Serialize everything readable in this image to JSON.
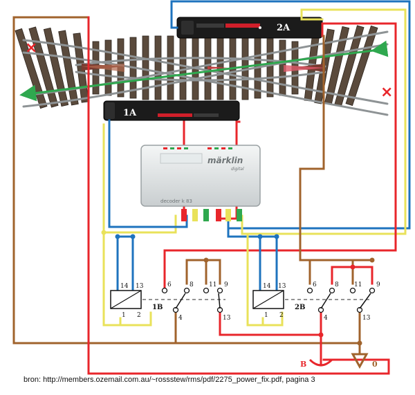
{
  "drives": {
    "d2a": {
      "label": "2A"
    },
    "d1a": {
      "label": "1A"
    }
  },
  "decoder": {
    "brand": "märklin",
    "sub": "digital",
    "model": "decoder k 83"
  },
  "relays": {
    "left": {
      "name": "1B",
      "coil": [
        "14",
        "13",
        "1",
        "2"
      ],
      "contacts": [
        "6",
        "8",
        "11",
        "9",
        "4",
        "13"
      ]
    },
    "right": {
      "name": "2B",
      "coil": [
        "14",
        "13",
        "1",
        "2"
      ],
      "contacts": [
        "6",
        "8",
        "11",
        "9",
        "4",
        "13"
      ]
    }
  },
  "supply": {
    "b_label": "B",
    "zero_label": "0"
  },
  "marks": {
    "cross_symbol": "×"
  },
  "colors": {
    "red": "#e8262b",
    "blue": "#1e73be",
    "yellow": "#e9e25a",
    "brown": "#a0632c",
    "green": "#2fa84f"
  },
  "caption": "bron: http://members.ozemail.com.au/~rossstew/rms/pdf/2275_power_fix.pdf, pagina 3"
}
